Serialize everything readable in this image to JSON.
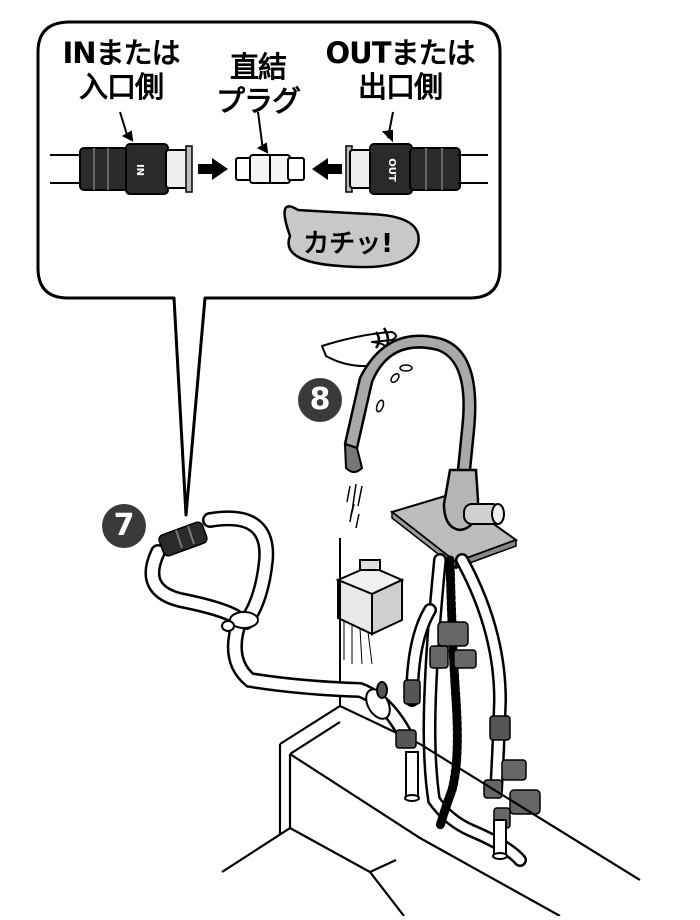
{
  "callout": {
    "in_label_line1": "INまたは",
    "in_label_line2": "入口側",
    "plug_label_line1": "直結",
    "plug_label_line2": "プラグ",
    "out_label_line1": "OUTまたは",
    "out_label_line2": "出口側",
    "click_sound": "カチッ!",
    "in_connector_mark": "IN",
    "out_connector_mark": "OUT"
  },
  "steps": {
    "step7": "7",
    "step8": "8"
  },
  "colors": {
    "line": "#000000",
    "step_badge": "#3a3a3a",
    "click_bubble": "#c8c8c8",
    "connector_body": "#2a2a2a",
    "fitting": "#555555"
  }
}
